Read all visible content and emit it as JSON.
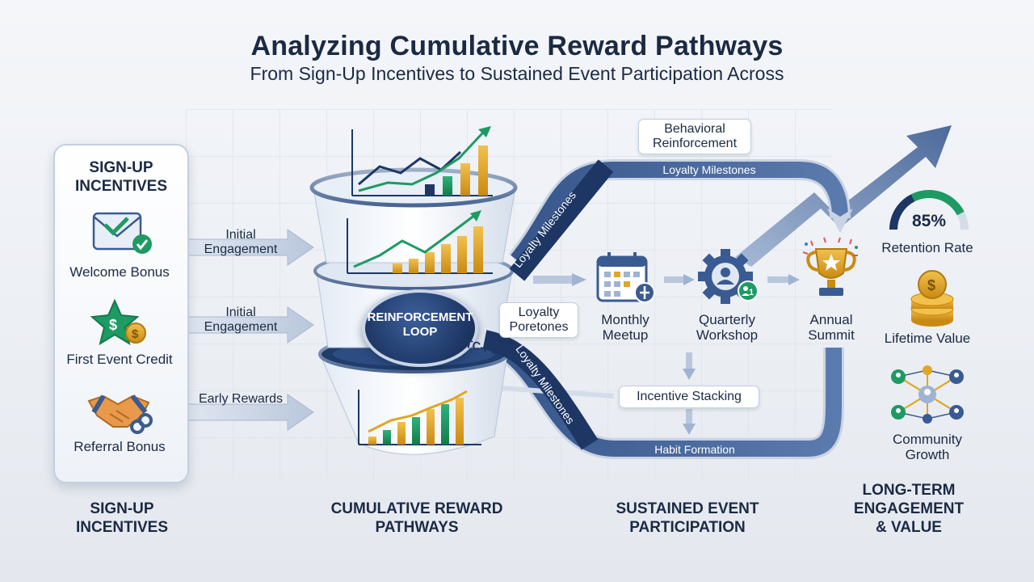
{
  "header": {
    "title": "Analyzing Cumulative Reward Pathways",
    "subtitle": "From Sign-Up Incentives to Sustained Event Participation Across"
  },
  "signup_panel": {
    "title": "SIGN-UP INCENTIVES",
    "items": [
      {
        "label": "Welcome Bonus",
        "icon": "envelope-check-icon"
      },
      {
        "label": "First Event Credit",
        "icon": "star-coin-icon"
      },
      {
        "label": "Referral Bonus",
        "icon": "handshake-link-icon"
      }
    ]
  },
  "flow_arrows": [
    {
      "label": "Initial Engagement"
    },
    {
      "label": "Initial Engagement"
    },
    {
      "label": "Early Rewards"
    }
  ],
  "funnel": {
    "center_label": "REINFORCEMENT LOOP",
    "misc_label": "ITC-PaHl"
  },
  "bands": {
    "top": "Loyalty Milestones",
    "diagonal_top": "Loyalty Milestones",
    "diagonal_bottom": "Loyalty Milestones",
    "bottom": "Habit Formation"
  },
  "callouts": {
    "behavioral": "Behavioral Reinforcement",
    "loyalty_poretones": "Loyalty Poretones",
    "incentive_stacking": "Incentive Stacking"
  },
  "events": [
    {
      "label": "Monthly Meetup",
      "icon": "calendar-icon"
    },
    {
      "label": "Quarterly Workshop",
      "icon": "gear-user-icon"
    },
    {
      "label": "Annual Summit",
      "icon": "trophy-icon"
    }
  ],
  "metrics": {
    "retention": {
      "value": "85%",
      "label": "Retention Rate",
      "fraction": 0.85
    },
    "lifetime": {
      "label": "Lifetime Value",
      "icon": "coin-stack-icon"
    },
    "community": {
      "label": "Community Growth",
      "icon": "network-icon"
    }
  },
  "column_labels": [
    "SIGN-UP INCENTIVES",
    "CUMULATIVE REWARD PATHWAYS",
    "SUSTAINED EVENT PARTICIPATION",
    "LONG-TERM ENGAGEMENT & VALUE"
  ],
  "colors": {
    "navy": "#1d3664",
    "accent_green": "#1e9a63",
    "accent_gold": "#e0a624",
    "band_blue": "#3a5b92"
  }
}
